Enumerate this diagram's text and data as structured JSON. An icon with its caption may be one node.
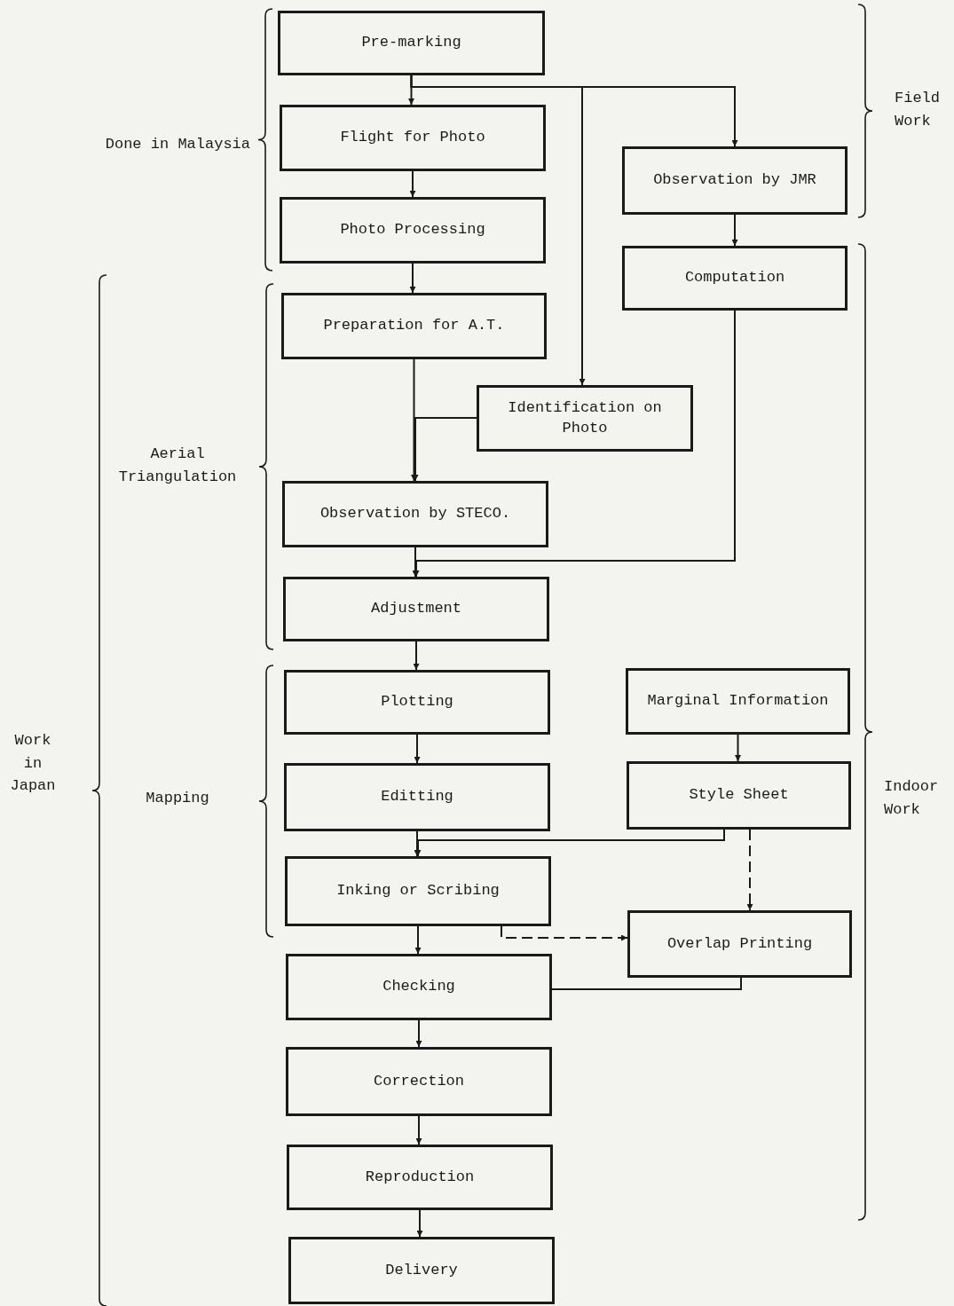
{
  "diagram": {
    "nodes": [
      {
        "text": [
          "Pre-marking"
        ]
      },
      {
        "text": [
          "Flight for Photo"
        ]
      },
      {
        "text": [
          "Photo Processing"
        ]
      },
      {
        "text": [
          "Observation by JMR"
        ]
      },
      {
        "text": [
          "Computation"
        ]
      },
      {
        "text": [
          "Preparation for A.T."
        ]
      },
      {
        "text": [
          "Identification on Photo"
        ]
      },
      {
        "text": [
          "Observation by STECO."
        ]
      },
      {
        "text": [
          "Adjustment"
        ]
      },
      {
        "text": [
          "Plotting"
        ]
      },
      {
        "text": [
          "Marginal Information"
        ]
      },
      {
        "text": [
          "Editting"
        ]
      },
      {
        "text": [
          "Style Sheet"
        ]
      },
      {
        "text": [
          "Inking or Scribing"
        ]
      },
      {
        "text": [
          "Overlap Printing"
        ]
      },
      {
        "text": [
          "Checking"
        ]
      },
      {
        "text": [
          "Correction"
        ]
      },
      {
        "text": [
          "Reproduction"
        ]
      },
      {
        "text": [
          "Delivery"
        ]
      }
    ],
    "edges": [
      {
        "from": 0,
        "to": 1,
        "arrow": "to"
      },
      {
        "from": 0,
        "to": 3,
        "arrow": "to"
      },
      {
        "from": 0,
        "to": 6,
        "arrow": "to"
      },
      {
        "from": 1,
        "to": 2,
        "arrow": "to"
      },
      {
        "from": 2,
        "to": 5,
        "arrow": "to"
      },
      {
        "from": 3,
        "to": 4,
        "arrow": "to"
      },
      {
        "from": 5,
        "to": 7,
        "arrow": "to"
      },
      {
        "from": 6,
        "to": 7,
        "arrow": "to"
      },
      {
        "from": 4,
        "to": 8,
        "arrow": "to"
      },
      {
        "from": 7,
        "to": 8,
        "arrow": "to"
      },
      {
        "from": 8,
        "to": 9,
        "arrow": "to"
      },
      {
        "from": 9,
        "to": 11,
        "arrow": "to"
      },
      {
        "from": 10,
        "to": 12,
        "arrow": "to"
      },
      {
        "from": 11,
        "to": 13,
        "arrow": "to"
      },
      {
        "from": 12,
        "to": 13,
        "arrow": "to"
      },
      {
        "from": 12,
        "to": 14,
        "arrow": "to",
        "style": "dashed"
      },
      {
        "from": 13,
        "to": 14,
        "arrow": "to",
        "style": "dashed"
      },
      {
        "from": 13,
        "to": 15,
        "arrow": "to"
      },
      {
        "from": 14,
        "to": 15,
        "arrow": "none"
      },
      {
        "from": 15,
        "to": 16,
        "arrow": "to"
      },
      {
        "from": 16,
        "to": 17,
        "arrow": "to"
      },
      {
        "from": 17,
        "to": 18,
        "arrow": "to"
      }
    ],
    "labels": [
      "Field Work",
      "Done in Malaysia",
      "Aerial Triangulation",
      "Work in Japan",
      "Mapping",
      "Indoor Work"
    ]
  }
}
